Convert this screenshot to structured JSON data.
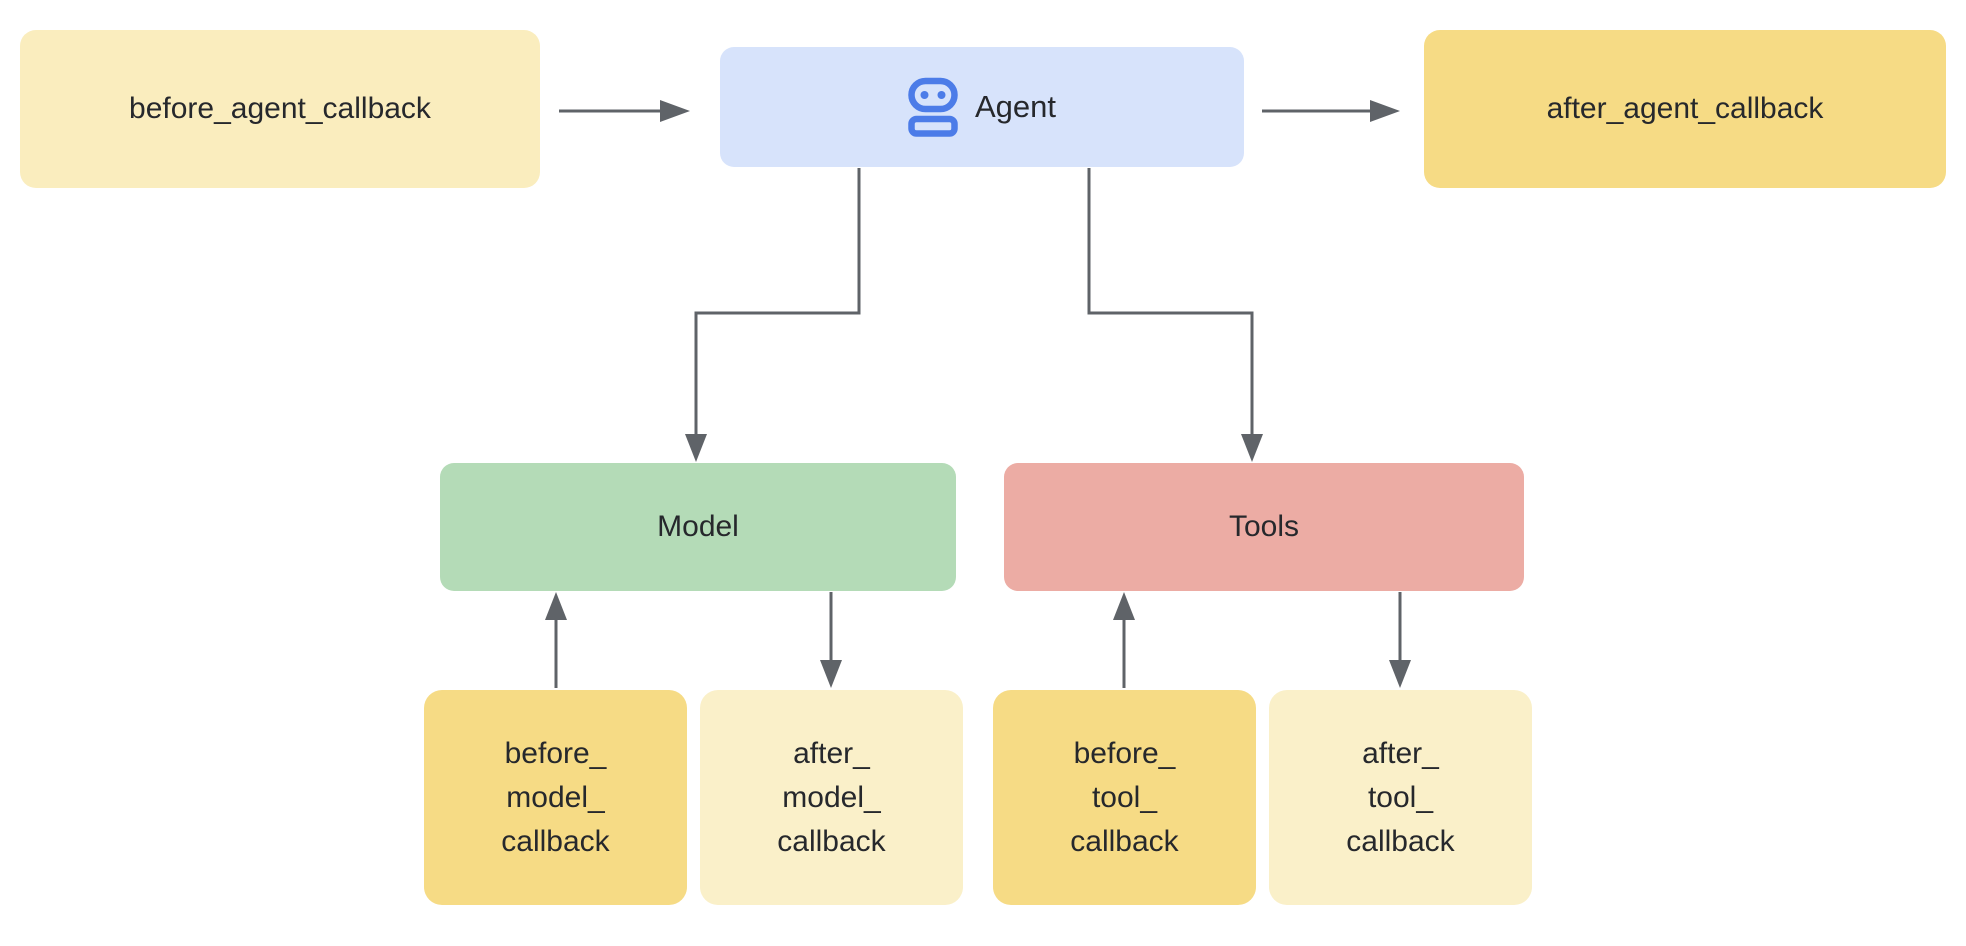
{
  "colors": {
    "background": "#FFFFFF",
    "text": "#26282C",
    "arrow": "#5F6368",
    "dark_yellow": "#F6DB85",
    "light_yellow": "#FAF0C9",
    "green": "#B4DBB7",
    "pink": "#ECACA4",
    "agent_box_blue": "#D7E3FB",
    "agent_icon_blue": "#4C7CE8"
  },
  "nodes": {
    "before_agent": {
      "label": "before_agent_callback",
      "fill": "#FAEDBE"
    },
    "agent": {
      "label": "Agent",
      "fill": "#D7E3FB",
      "icon": "robot-icon",
      "icon_color": "#4C7CE8"
    },
    "after_agent": {
      "label": "after_agent_callback",
      "fill": "#F6DB85"
    },
    "model": {
      "label": "Model",
      "fill": "#B4DBB7"
    },
    "tools": {
      "label": "Tools",
      "fill": "#ECACA4"
    },
    "before_model": {
      "line1": "before_",
      "line2": "model_",
      "line3": "callback",
      "fill": "#F6DB85"
    },
    "after_model": {
      "line1": "after_",
      "line2": "model_",
      "line3": "callback",
      "fill": "#FAF0C9"
    },
    "before_tool": {
      "line1": "before_",
      "line2": "tool_",
      "line3": "callback",
      "fill": "#F6DB85"
    },
    "after_tool": {
      "line1": "after_",
      "line2": "tool_",
      "line3": "callback",
      "fill": "#FAF0C9"
    }
  },
  "edges": [
    {
      "from": "before_agent_callback",
      "to": "Agent"
    },
    {
      "from": "Agent",
      "to": "after_agent_callback"
    },
    {
      "from": "Agent",
      "to": "Model"
    },
    {
      "from": "Agent",
      "to": "Tools"
    },
    {
      "from": "before_model_callback",
      "to": "Model"
    },
    {
      "from": "Model",
      "to": "after_model_callback"
    },
    {
      "from": "before_tool_callback",
      "to": "Tools"
    },
    {
      "from": "Tools",
      "to": "after_tool_callback"
    }
  ]
}
